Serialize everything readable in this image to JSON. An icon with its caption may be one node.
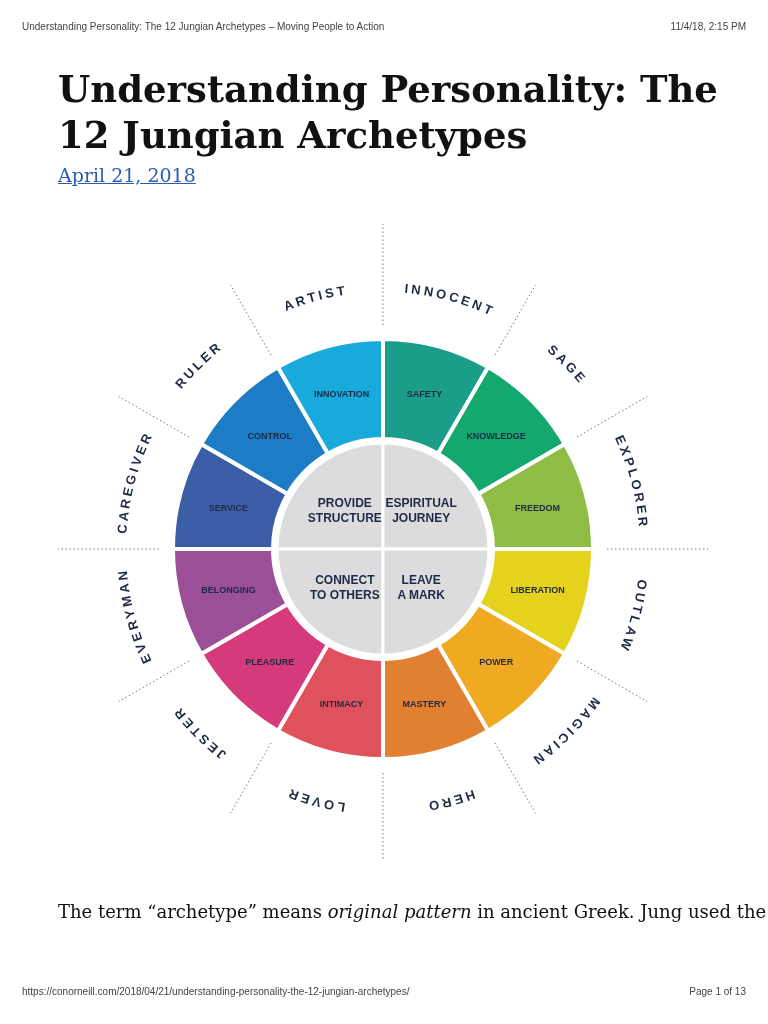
{
  "diagram": {
    "title": "Understanding Personality: The 12 Jungian Archetypes",
    "nodes": [
      {
        "text": [
          "SAFETY"
        ],
        "beside": [
          "INNOCENT"
        ]
      },
      {
        "text": [
          "KNOWLEDGE"
        ],
        "beside": [
          "SAGE"
        ]
      },
      {
        "text": [
          "FREEDOM"
        ],
        "beside": [
          "EXPLORER"
        ]
      },
      {
        "text": [
          "LIBERATION"
        ],
        "beside": [
          "OUTLAW"
        ]
      },
      {
        "text": [
          "POWER"
        ],
        "beside": [
          "MAGICIAN"
        ]
      },
      {
        "text": [
          "MASTERY"
        ],
        "beside": [
          "HERO"
        ]
      },
      {
        "text": [
          "INTIMACY"
        ],
        "beside": [
          "LOVER"
        ]
      },
      {
        "text": [
          "PLEASURE"
        ],
        "beside": [
          "JESTER"
        ]
      },
      {
        "text": [
          "BELONGING"
        ],
        "beside": [
          "EVERYMAN"
        ]
      },
      {
        "text": [
          "SERVICE"
        ],
        "beside": [
          "CAREGIVER"
        ]
      },
      {
        "text": [
          "CONTROL"
        ],
        "beside": [
          "RULER"
        ]
      },
      {
        "text": [
          "INNOVATION"
        ],
        "beside": [
          "ARTIST"
        ]
      },
      {
        "text": [
          "PROVIDE STRUCTURE"
        ]
      },
      {
        "text": [
          "ESPIRITUAL JOURNEY"
        ]
      },
      {
        "text": [
          "CONNECT TO OTHERS"
        ]
      },
      {
        "text": [
          "LEAVE A MARK"
        ]
      }
    ],
    "edges": [],
    "labels": [
      "Understanding Personality: The 12 Jungian Archetypes – Moving People to Action",
      "11/4/18, 2:15 PM",
      "April 21, 2018",
      "The term “archetype” means *original pattern* in ancient Greek. Jung used the",
      "https://conorneill.com/2018/04/21/understanding-personality-the-12-jungian-archetypes/",
      "Page 1 of 13"
    ]
  }
}
